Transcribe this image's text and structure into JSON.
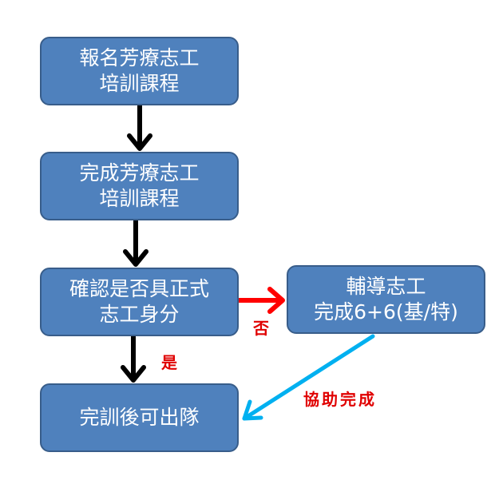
{
  "nodes": [
    {
      "id": "register",
      "lines": [
        "報名芳療志工",
        "培訓課程"
      ]
    },
    {
      "id": "complete",
      "lines": [
        "完成芳療志工",
        "培訓課程"
      ]
    },
    {
      "id": "confirm",
      "lines": [
        "確認是否具正式",
        "志工身分"
      ]
    },
    {
      "id": "deploy",
      "lines": [
        "完訓後可出隊"
      ]
    },
    {
      "id": "mentor",
      "lines": [
        "輔導志工",
        "完成6+6(基/特)"
      ]
    }
  ],
  "edges": {
    "no_label": "否",
    "yes_label": "是",
    "assist_label": "協助完成"
  },
  "colors": {
    "box_fill": "#4F81BD",
    "box_stroke": "#385D8A",
    "no_arrow": "#FF0000",
    "assist_arrow": "#00B0F0",
    "label": "#E00000"
  }
}
